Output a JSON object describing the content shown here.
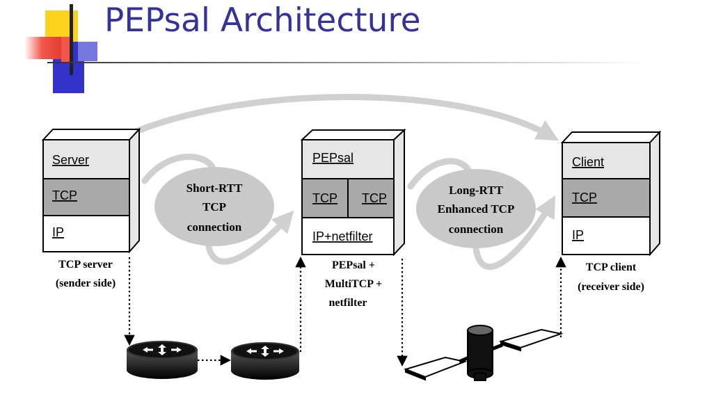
{
  "slide": {
    "title": "PEPsal Architecture"
  },
  "server": {
    "layers": [
      "Server",
      "TCP",
      "IP"
    ],
    "caption": [
      "TCP server",
      "(sender side)"
    ]
  },
  "pep": {
    "layers": [
      "PEPsal",
      "TCP",
      "TCP",
      "IP+netfilter"
    ],
    "caption": [
      "PEPsal +",
      "MultiTCP +",
      "netfilter"
    ]
  },
  "client": {
    "layers": [
      "Client",
      "TCP",
      "IP"
    ],
    "caption": [
      "TCP client",
      "(receiver side)"
    ]
  },
  "connections": {
    "short": [
      "Short-RTT",
      "TCP",
      "connection"
    ],
    "long": [
      "Long-RTT",
      "Enhanced TCP",
      "connection"
    ]
  },
  "colors": {
    "title": "#333399",
    "logo_yellow": "#ffd21e",
    "logo_red": "#f2564a",
    "logo_blue": "#3333cc",
    "stack_top_layer": "#e6e6e6",
    "stack_tcp_layer": "#a9a9a9",
    "stack_ip_layer": "#ffffff",
    "arrow_gray": "#d0d0d0",
    "connection_ellipse": "#c9c9c9"
  },
  "icons": [
    "router-icon",
    "router-icon",
    "satellite-icon"
  ]
}
